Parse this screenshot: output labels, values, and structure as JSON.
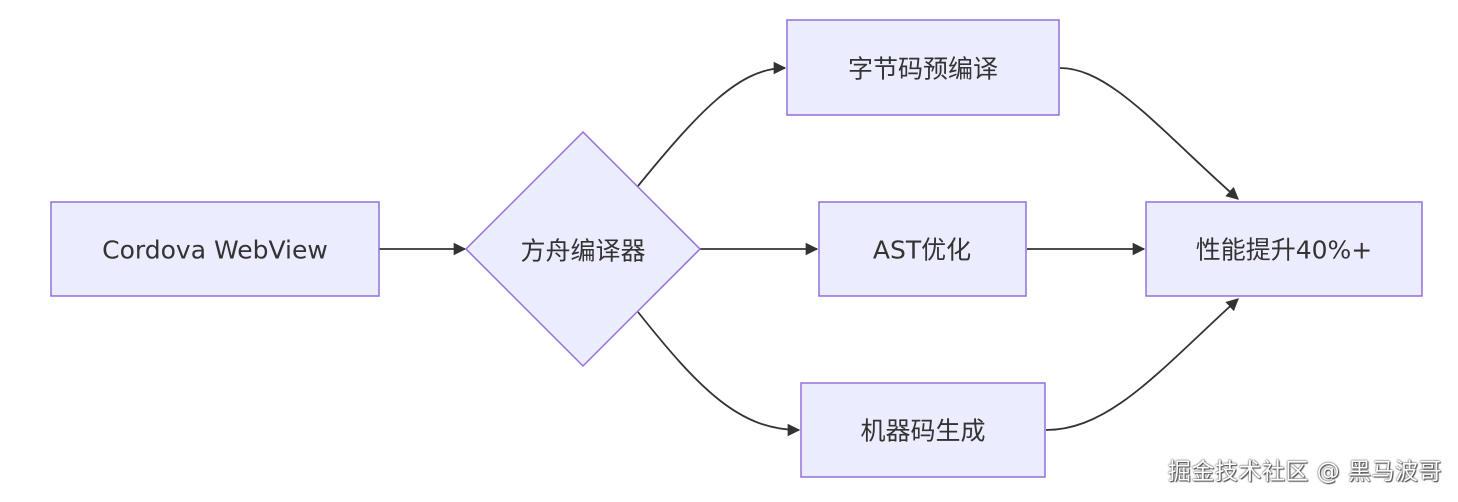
{
  "nodes": {
    "webview": "Cordova WebView",
    "compiler": "方舟编译器",
    "bytecode": "字节码预编译",
    "ast": "AST优化",
    "machine": "机器码生成",
    "result": "性能提升40%+"
  },
  "edges": [
    {
      "from": "webview",
      "to": "compiler"
    },
    {
      "from": "compiler",
      "to": "bytecode"
    },
    {
      "from": "compiler",
      "to": "ast"
    },
    {
      "from": "compiler",
      "to": "machine"
    },
    {
      "from": "bytecode",
      "to": "result"
    },
    {
      "from": "ast",
      "to": "result"
    },
    {
      "from": "machine",
      "to": "result"
    }
  ],
  "colors": {
    "node_fill": "#ECECFF",
    "node_stroke": "#9370DB",
    "edge": "#333333"
  },
  "watermark": "掘金技术社区 @ 黑马波哥"
}
